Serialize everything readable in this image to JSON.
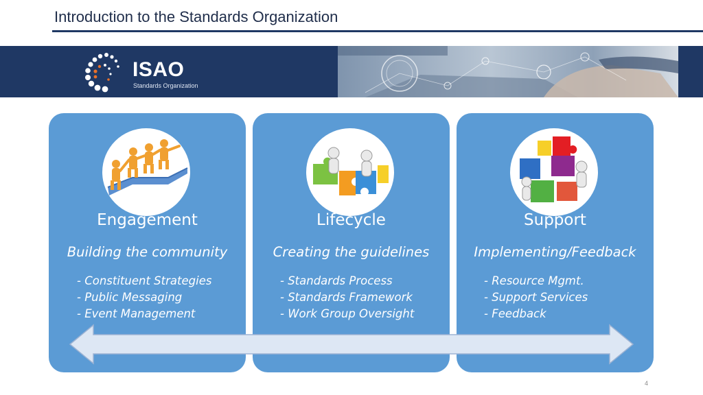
{
  "page": {
    "title": "Introduction to the Standards Organization",
    "page_number": "4"
  },
  "banner": {
    "logo_word": "ISAO",
    "logo_sub": "Standards Organization"
  },
  "colors": {
    "navy": "#1f3864",
    "card_blue": "#5b9bd5",
    "arrow_fill": "#dde7f4",
    "arrow_stroke": "#9db3d3"
  },
  "cards": [
    {
      "title": "Engagement",
      "subtitle": "Building the community",
      "items": [
        "- Constituent Strategies",
        "- Public Messaging",
        "- Event Management"
      ],
      "icon": "people-puzzle-icon"
    },
    {
      "title": "Lifecycle",
      "subtitle": "Creating the guidelines",
      "items": [
        "- Standards Process",
        "- Standards Framework",
        "- Work Group Oversight"
      ],
      "icon": "puzzle-building-icon"
    },
    {
      "title": "Support",
      "subtitle": "Implementing/Feedback",
      "items": [
        "- Resource Mgmt.",
        "- Support Services",
        "- Feedback"
      ],
      "icon": "puzzle-assembly-icon"
    }
  ]
}
